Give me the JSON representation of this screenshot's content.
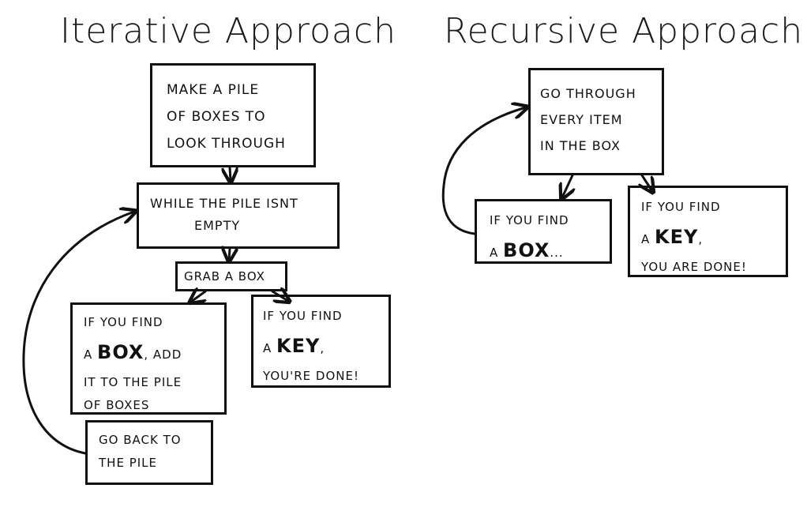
{
  "iterative": {
    "title": "Iterative Approach",
    "make_pile": [
      "MAKE A PILE",
      "OF BOXES TO",
      "LOOK THROUGH"
    ],
    "while_pile": [
      "WHILE THE PILE ISNT",
      "EMPTY"
    ],
    "grab_box": "GRAB A BOX",
    "find_box": {
      "l1": "IF YOU FIND",
      "l2_pre": "A ",
      "l2_big": "BOX",
      "l2_post": ", ADD",
      "l3": "IT TO THE PILE",
      "l4": "OF BOXES"
    },
    "find_key": {
      "l1": "IF YOU FIND",
      "l2_pre": "A ",
      "l2_big": "KEY",
      "l2_post": ",",
      "l3": "YOU'RE DONE!"
    },
    "go_back": [
      "GO BACK TO",
      "THE PILE"
    ]
  },
  "recursive": {
    "title": "Recursive Approach",
    "go_through": [
      "GO THROUGH",
      "EVERY ITEM",
      "IN THE BOX"
    ],
    "find_box": {
      "l1": "IF YOU FIND",
      "l2_pre": "A ",
      "l2_big": "BOX",
      "l2_post": "..."
    },
    "find_key": {
      "l1": "IF YOU FIND",
      "l2_pre": "A ",
      "l2_big": "KEY",
      "l2_post": ",",
      "l3": "YOU ARE DONE!"
    }
  },
  "colors": {
    "ink": "#111111",
    "background": "#ffffff"
  }
}
